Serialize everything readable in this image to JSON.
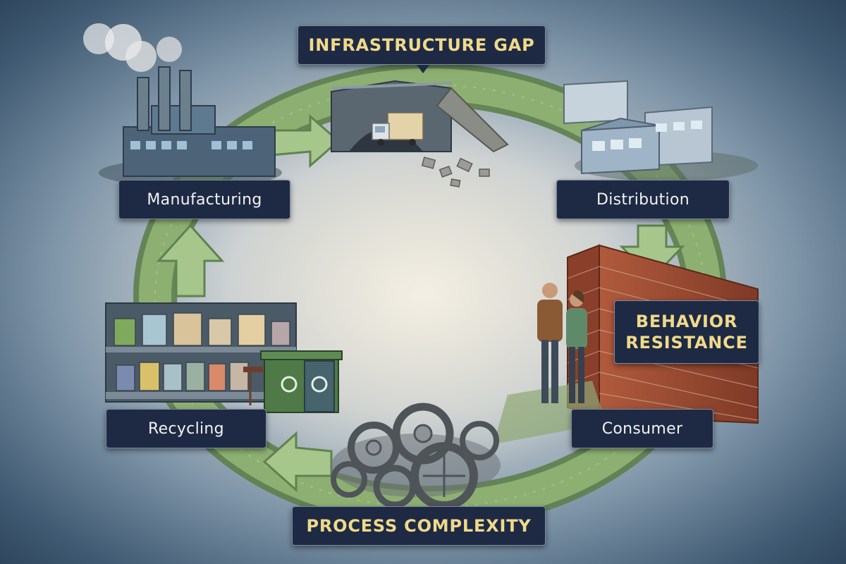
{
  "stages": {
    "manufacturing": "Manufacturing",
    "distribution": "Distribution",
    "consumer": "Consumer",
    "recycling": "Recycling"
  },
  "challenges": {
    "infrastructure": "INFRASTRUCTURE GAP",
    "behavior": "BEHAVIOR\nRESISTANCE",
    "process": "PROCESS COMPLEXITY"
  },
  "colors": {
    "label_bg": "#1e2a44",
    "stage_text": "#f2f2f2",
    "challenge_text": "#f0d98a",
    "loop_green": "#7fa46a",
    "brick": "#9a4a32",
    "background_edge": "#2f475e"
  },
  "icons": [
    "factory-icon",
    "bridge-icon",
    "truck-icon",
    "warehouse-icon",
    "brick-wall-icon",
    "people-icon",
    "gears-icon",
    "recycling-bin-icon",
    "recycling-shelf-icon"
  ]
}
